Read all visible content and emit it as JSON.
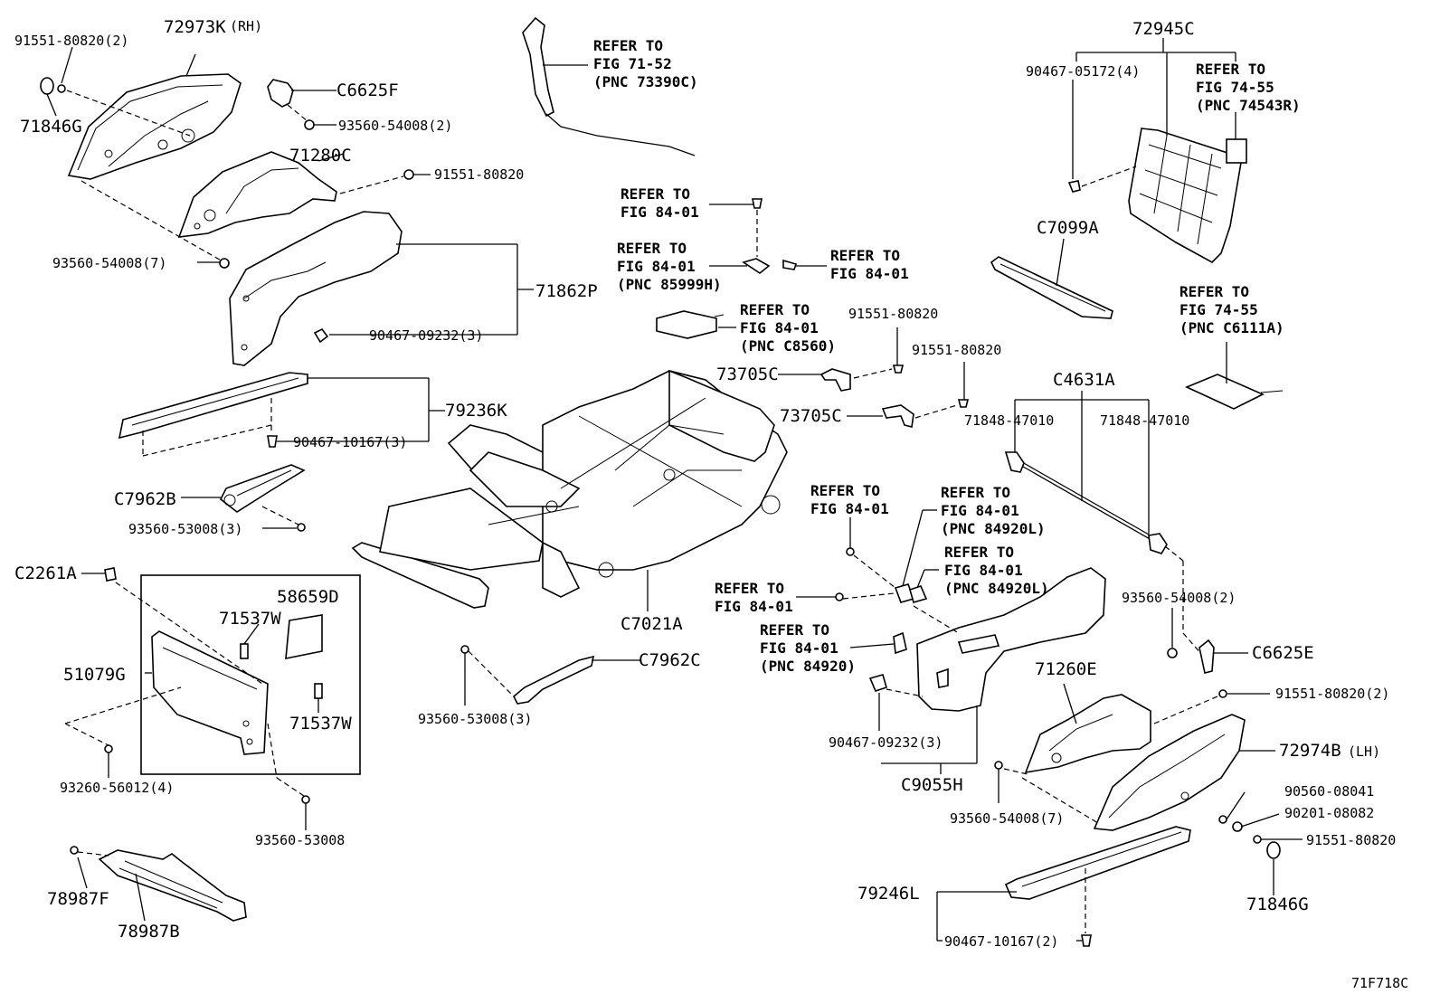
{
  "figure_id": "71F718C",
  "labels": {
    "p72973K": "72973K",
    "p72973K_side": "(RH)",
    "b91551_80820_2a": "91551-80820(2)",
    "p71846G_a": "71846G",
    "pC6625F": "C6625F",
    "b93560_54008_2a": "93560-54008(2)",
    "p71280C": "71280C",
    "b91551_80820_a": "91551-80820",
    "b93560_54008_7a": "93560-54008(7)",
    "p71862P": "71862P",
    "b90467_09232_3a": "90467-09232(3)",
    "p79236K": "79236K",
    "b90467_10167_3": "90467-10167(3)",
    "pC7962B": "C7962B",
    "b93560_53008_3a": "93560-53008(3)",
    "pC2261A": "C2261A",
    "p58659D": "58659D",
    "p71537W_a": "71537W",
    "p51079G": "51079G",
    "p71537W_b": "71537W",
    "b93260_56012_4": "93260-56012(4)",
    "b93560_53008": "93560-53008",
    "p78987F": "78987F",
    "p78987B": "78987B",
    "pC7021A": "C7021A",
    "pC7962C": "C7962C",
    "b93560_53008_3b": "93560-53008(3)",
    "p72945C": "72945C",
    "b90467_05172_4": "90467-05172(4)",
    "pC7099A": "C7099A",
    "b91551_80820_b": "91551-80820",
    "b91551_80820_c": "91551-80820",
    "p73705C_a": "73705C",
    "p73705C_b": "73705C",
    "pC4631A": "C4631A",
    "p71848_47010_a": "71848-47010",
    "p71848_47010_b": "71848-47010",
    "b93560_54008_2b": "93560-54008(2)",
    "pC6625E": "C6625E",
    "p71260E": "71260E",
    "b91551_80820_2b": "91551-80820(2)",
    "p72974B": "72974B",
    "p72974B_side": "(LH)",
    "b90560_08041": "90560-08041",
    "b90201_08082": "90201-08082",
    "b91551_80820_d": "91551-80820",
    "p71846G_b": "71846G",
    "b93560_54008_7b": "93560-54008(7)",
    "b90467_09232_3b": "90467-09232(3)",
    "pC9055H": "C9055H",
    "p79246L": "79246L",
    "b90467_10167_2": "90467-10167(2)"
  },
  "refs": {
    "r1": [
      "REFER TO",
      "FIG 71-52",
      "(PNC 73390C)"
    ],
    "r2": [
      "REFER TO",
      "FIG 74-55",
      "(PNC 74543R)"
    ],
    "r3": [
      "REFER TO",
      "FIG 84-01"
    ],
    "r4": [
      "REFER TO",
      "FIG 84-01",
      "(PNC 85999H)"
    ],
    "r5": [
      "REFER TO",
      "FIG 84-01"
    ],
    "r6": [
      "REFER TO",
      "FIG 84-01",
      "(PNC C8560)"
    ],
    "r7": [
      "REFER TO",
      "FIG 74-55",
      "(PNC C6111A)"
    ],
    "r8": [
      "REFER TO",
      "FIG 84-01"
    ],
    "r9": [
      "REFER TO",
      "FIG 84-01",
      "(PNC 84920L)"
    ],
    "r10": [
      "REFER TO",
      "FIG 84-01",
      "(PNC 84920L)"
    ],
    "r11": [
      "REFER TO",
      "FIG 84-01"
    ],
    "r12": [
      "REFER TO",
      "FIG 84-01",
      "(PNC 84920)"
    ]
  }
}
